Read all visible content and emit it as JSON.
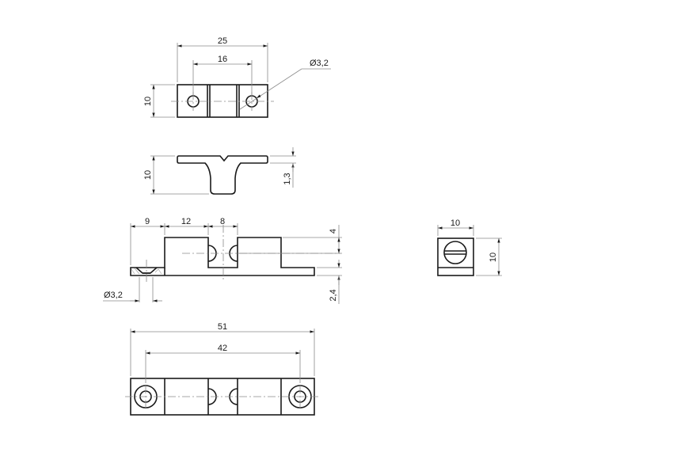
{
  "drawing": {
    "type": "technical-drawing",
    "subject": "double ball catch",
    "views": {
      "top_view": {
        "dimensions": {
          "overall_width": "25",
          "hole_spacing": "16",
          "height": "10",
          "hole_diameter": "Ø3,2"
        }
      },
      "profile_view": {
        "dimensions": {
          "height": "10",
          "flange_thickness": "1,3"
        }
      },
      "front_view": {
        "dimensions": {
          "edge_to_block": "9",
          "block_width": "12",
          "gap_width": "8",
          "ball_offset": "4",
          "base_thickness": "2,4",
          "countersink_diameter": "Ø3,2"
        }
      },
      "end_view": {
        "dimensions": {
          "width": "10",
          "height": "10"
        }
      },
      "bottom_view": {
        "dimensions": {
          "overall_length": "51",
          "hole_spacing": "42"
        }
      }
    },
    "colors": {
      "object_line": "#1a1a1a",
      "dimension_line": "#8a8a8a",
      "background": "#ffffff"
    }
  }
}
